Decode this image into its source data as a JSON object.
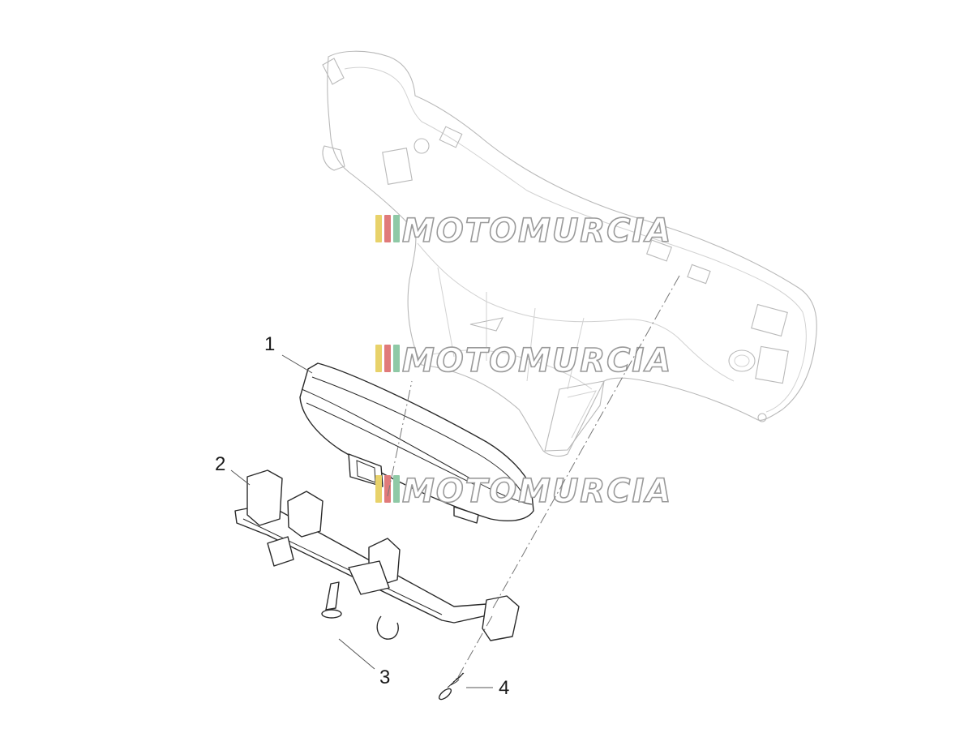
{
  "watermark": {
    "text": "MOTOMURCIA",
    "stripe_colors": [
      "#e8d26a",
      "#e07a7a",
      "#8fc9a6"
    ]
  },
  "parts": [
    {
      "number": "1"
    },
    {
      "number": "2"
    },
    {
      "number": "3"
    },
    {
      "number": "4"
    }
  ]
}
